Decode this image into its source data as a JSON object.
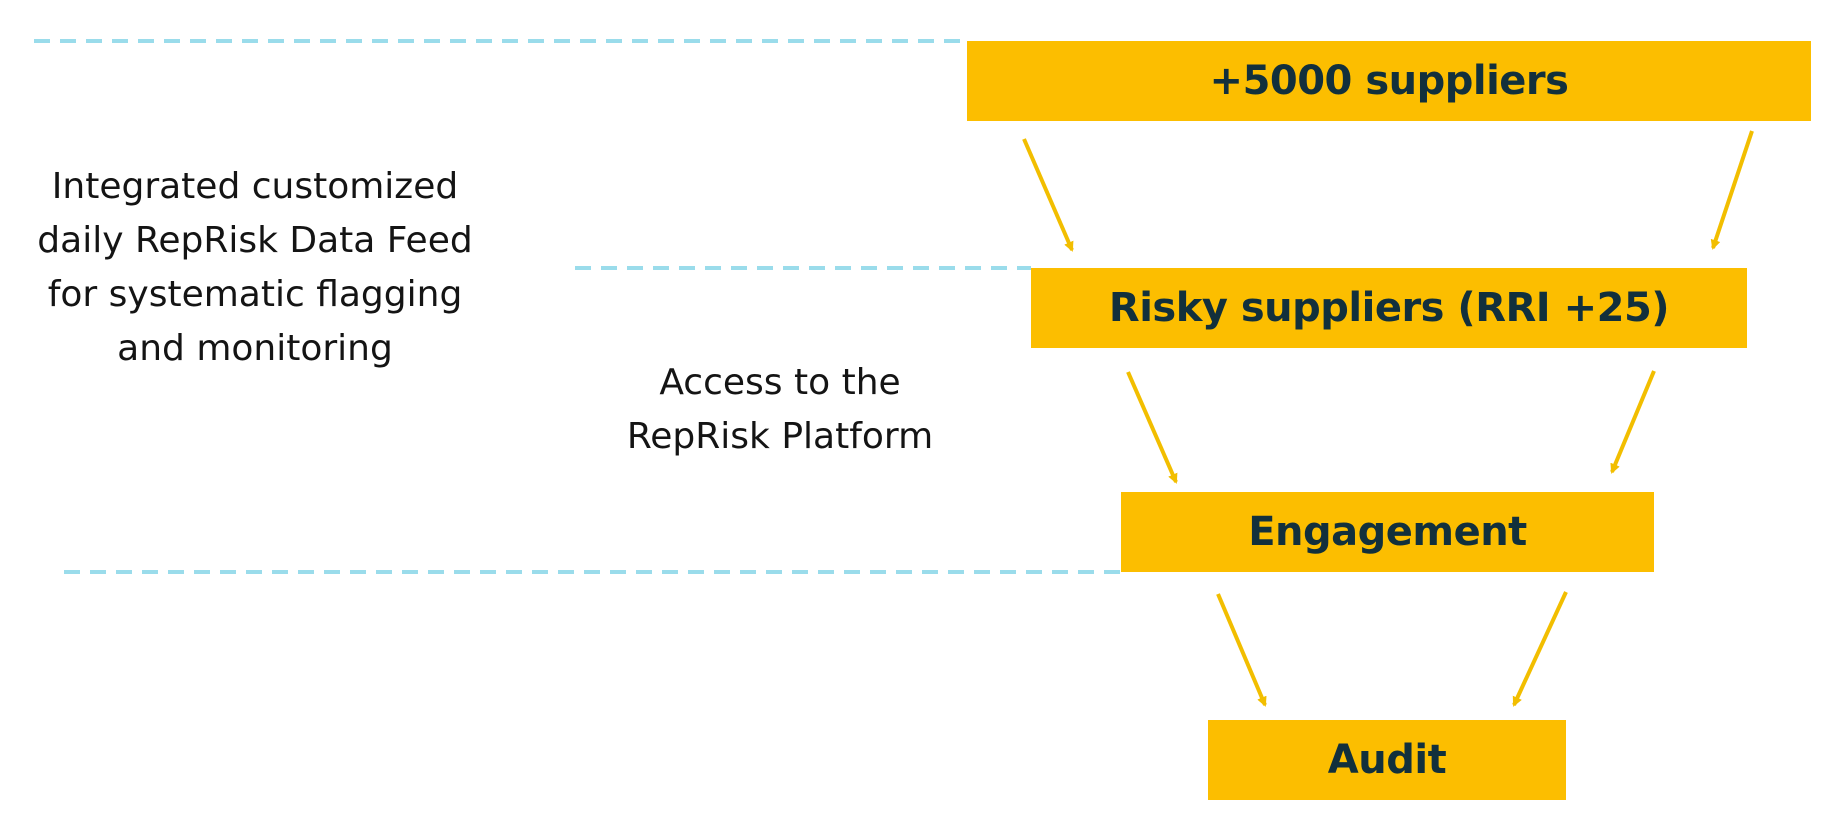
{
  "colors": {
    "box_fill": "#FCBE00",
    "box_text": "#12303C",
    "arrow": "#F2BE00",
    "dashed_line": "#9ADCEB",
    "label_text": "#141414"
  },
  "funnel": {
    "stages": [
      {
        "label": "+5000 suppliers"
      },
      {
        "label": "Risky suppliers (RRI +25)"
      },
      {
        "label": "Engagement"
      },
      {
        "label": "Audit"
      }
    ]
  },
  "annotations": {
    "data_feed": {
      "lines": [
        "Integrated customized",
        "daily RepRisk Data Feed",
        "for systematic flagging",
        "and monitoring"
      ]
    },
    "platform": {
      "lines": [
        "Access to the",
        "RepRisk Platform"
      ]
    }
  }
}
